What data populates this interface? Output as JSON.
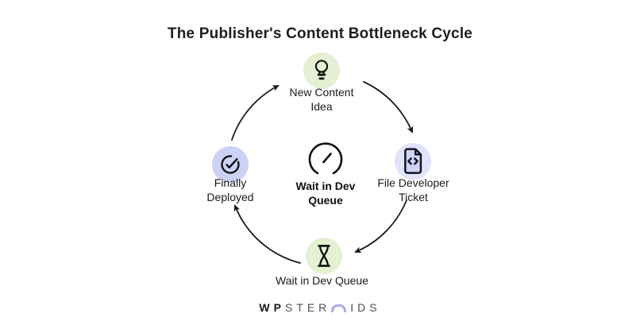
{
  "title": "The Publisher's Content Bottleneck Cycle",
  "nodes": {
    "top": {
      "line1": "New Content",
      "line2": "Idea",
      "icon": "lightbulb-icon",
      "bg": "#e3f1d2"
    },
    "right": {
      "line1": "File Developer",
      "line2": "Ticket",
      "icon": "code-file-icon",
      "bg": "#dfe3fb"
    },
    "bottom": {
      "line1": "Wait in Dev Queue",
      "icon": "hourglass-icon",
      "bg": "#e3f1d2"
    },
    "left": {
      "line1": "Finally",
      "line2": "Deployed",
      "icon": "check-circle-icon",
      "bg": "#cbd2f6"
    }
  },
  "center": {
    "line1": "Wait in Dev",
    "line2": "Queue",
    "icon": "gauge-icon"
  },
  "logo": {
    "bold_text": "WP",
    "mid_text": "STER",
    "suffix_text": "IDS",
    "arch_icon": "arch-icon",
    "arch_color": "#a7abec"
  },
  "colors": {
    "ink": "#1b1b1b",
    "green_badge": "#e3f1d2",
    "lavender_badge": "#cbd2f6",
    "file_badge": "#dfe3fb",
    "file_fill": "#cdd5f8",
    "background": "#ffffff"
  }
}
